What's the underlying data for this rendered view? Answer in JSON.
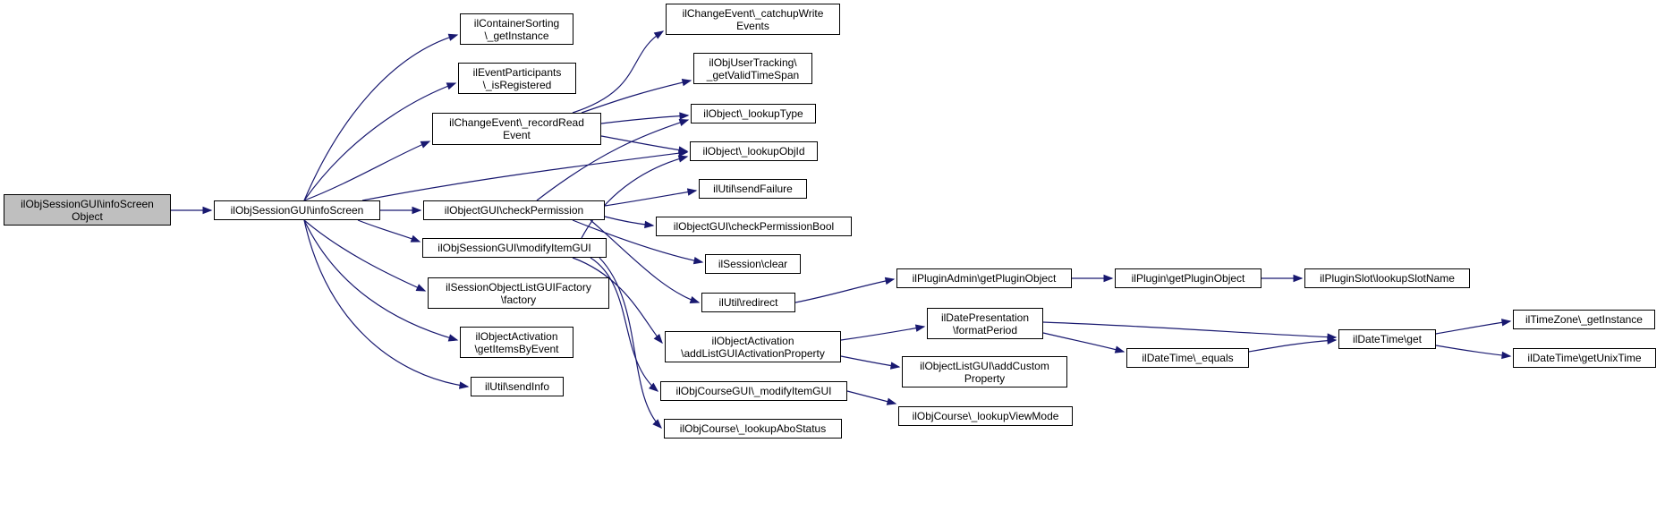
{
  "diagram": {
    "edge_color": "#191970",
    "root_fill": "#bfbfbf",
    "nodes": {
      "root": "ilObjSessionGUI\\infoScreen\nObject",
      "infoScreen": "ilObjSessionGUI\\infoScreen",
      "containerSorting": "ilContainerSorting\n\\_getInstance",
      "eventParticipants": "ilEventParticipants\n\\_isRegistered",
      "recordReadEvent": "ilChangeEvent\\_recordRead\nEvent",
      "checkPermission": "ilObjectGUI\\checkPermission",
      "modifyItemGUI": "ilObjSessionGUI\\modifyItemGUI",
      "sessionObjectListFactory": "ilSessionObjectListGUIFactory\n\\factory",
      "getItemsByEvent": "ilObjectActivation\n\\getItemsByEvent",
      "sendInfo": "ilUtil\\sendInfo",
      "catchupWriteEvents": "ilChangeEvent\\_catchupWrite\nEvents",
      "getValidTimeSpan": "ilObjUserTracking\\\n_getValidTimeSpan",
      "lookupType": "ilObject\\_lookupType",
      "lookupObjId": "ilObject\\_lookupObjId",
      "sendFailure": "ilUtil\\sendFailure",
      "checkPermissionBool": "ilObjectGUI\\checkPermissionBool",
      "sessionClear": "ilSession\\clear",
      "redirect": "ilUtil\\redirect",
      "addListGUIActivationProperty": "ilObjectActivation\n\\addListGUIActivationProperty",
      "courseModifyItemGUI": "ilObjCourseGUI\\_modifyItemGUI",
      "lookupAboStatus": "ilObjCourse\\_lookupAboStatus",
      "pluginAdminGetPluginObject": "ilPluginAdmin\\getPluginObject",
      "pluginGetPluginObject": "ilPlugin\\getPluginObject",
      "lookupSlotName": "ilPluginSlot\\lookupSlotName",
      "formatPeriod": "ilDatePresentation\n\\formatPeriod",
      "addCustomProperty": "ilObjectListGUI\\addCustom\nProperty",
      "lookupViewMode": "ilObjCourse\\_lookupViewMode",
      "dateTimeEquals": "ilDateTime\\_equals",
      "dateTimeGet": "ilDateTime\\get",
      "timeZoneGetInstance": "ilTimeZone\\_getInstance",
      "getUnixTime": "ilDateTime\\getUnixTime"
    }
  }
}
